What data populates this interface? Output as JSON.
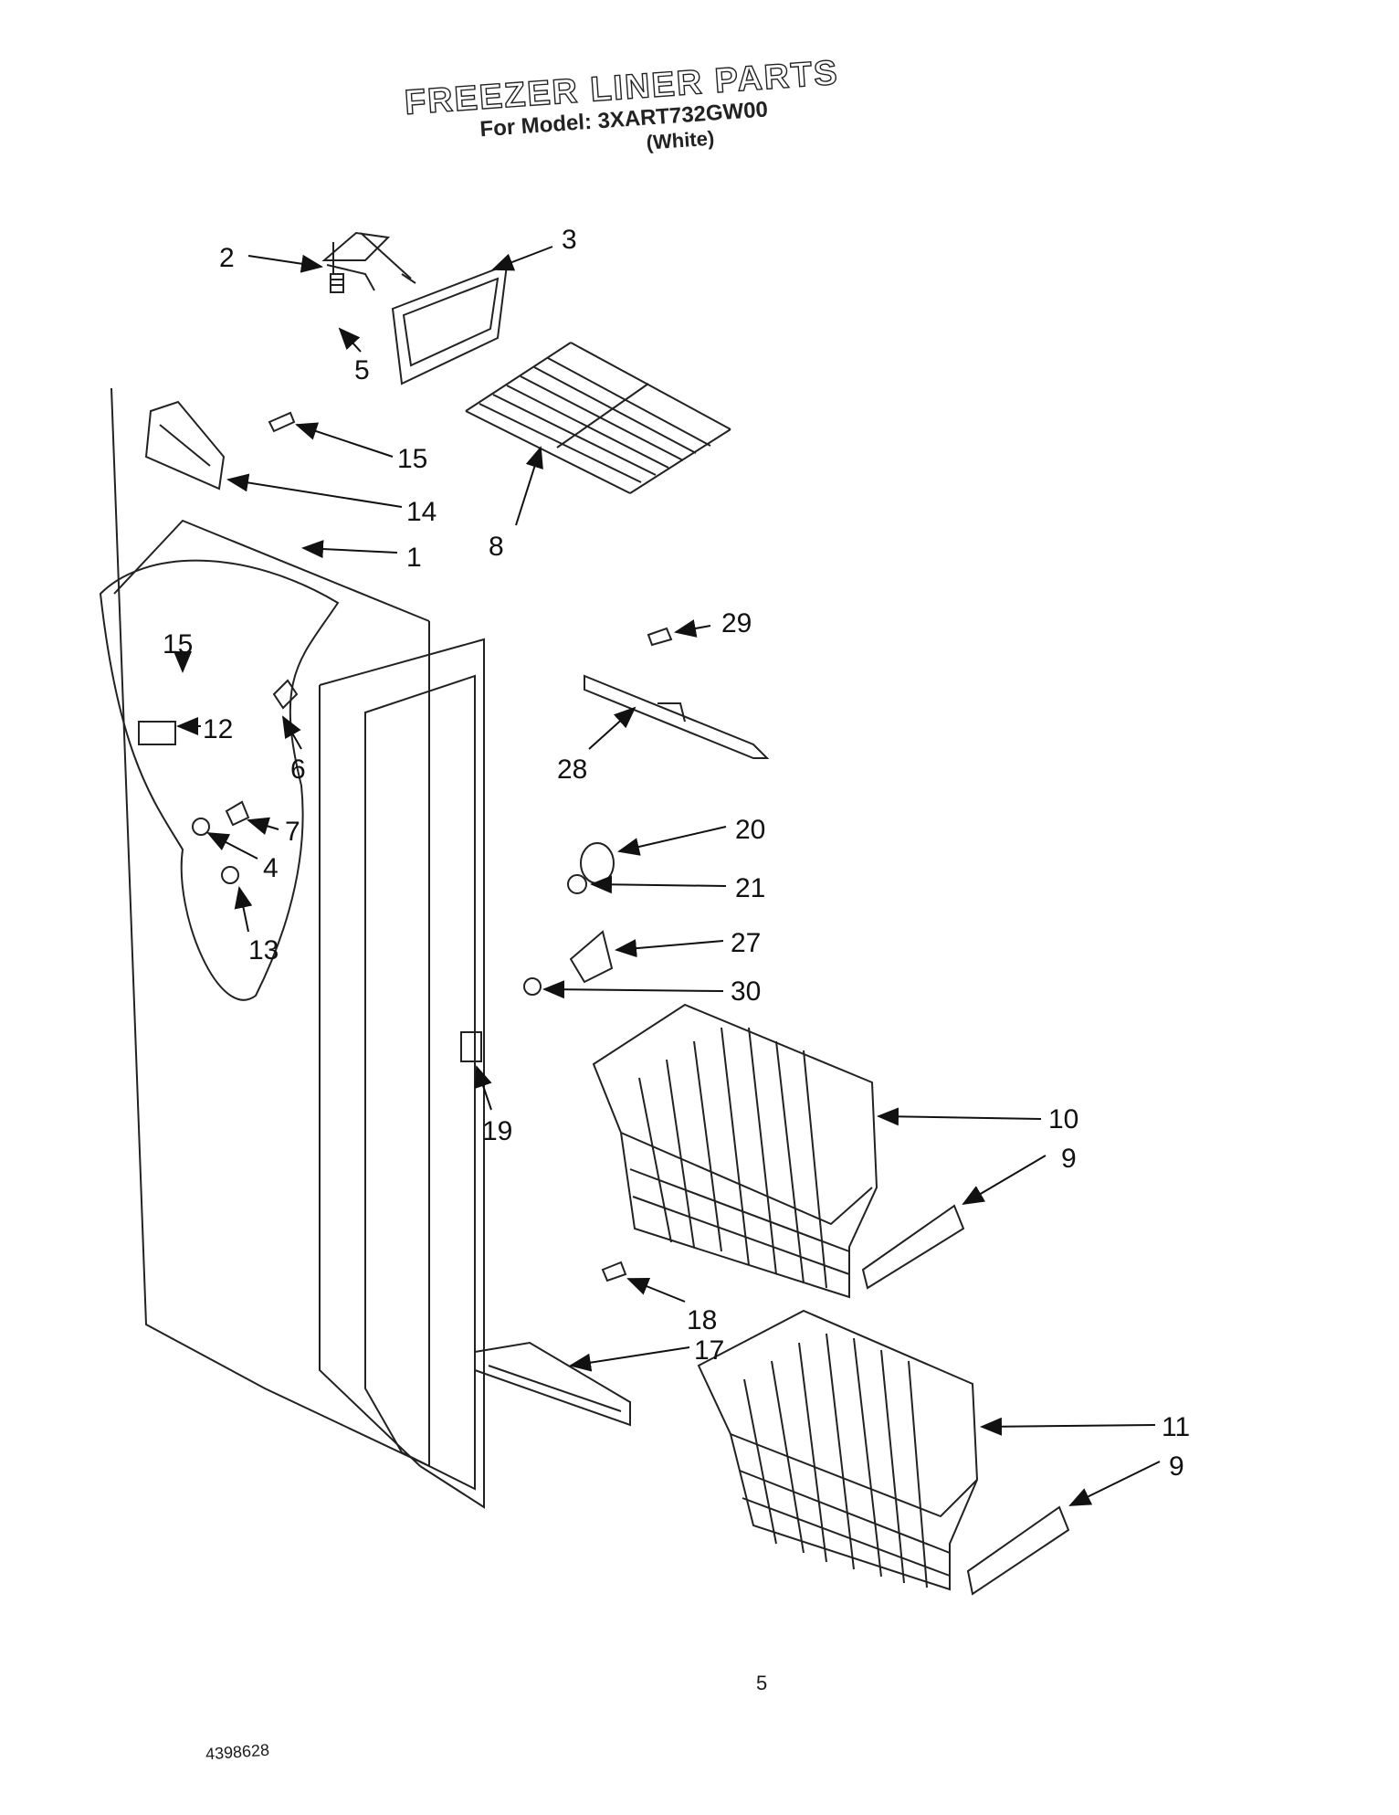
{
  "header": {
    "title": "FREEZER LINER PARTS",
    "model_line": "For Model: 3XART732GW00",
    "color_line": "(White)"
  },
  "callouts": [
    {
      "id": "c2",
      "label": "2"
    },
    {
      "id": "c3",
      "label": "3"
    },
    {
      "id": "c5",
      "label": "5"
    },
    {
      "id": "c15a",
      "label": "15"
    },
    {
      "id": "c14",
      "label": "14"
    },
    {
      "id": "c1",
      "label": "1"
    },
    {
      "id": "c8",
      "label": "8"
    },
    {
      "id": "c29",
      "label": "29"
    },
    {
      "id": "c15b",
      "label": "15"
    },
    {
      "id": "c12",
      "label": "12"
    },
    {
      "id": "c6",
      "label": "6"
    },
    {
      "id": "c28",
      "label": "28"
    },
    {
      "id": "c7",
      "label": "7"
    },
    {
      "id": "c20",
      "label": "20"
    },
    {
      "id": "c4",
      "label": "4"
    },
    {
      "id": "c21",
      "label": "21"
    },
    {
      "id": "c13",
      "label": "13"
    },
    {
      "id": "c27",
      "label": "27"
    },
    {
      "id": "c30",
      "label": "30"
    },
    {
      "id": "c19",
      "label": "19"
    },
    {
      "id": "c10",
      "label": "10"
    },
    {
      "id": "c9a",
      "label": "9"
    },
    {
      "id": "c18",
      "label": "18"
    },
    {
      "id": "c17",
      "label": "17"
    },
    {
      "id": "c11",
      "label": "11"
    },
    {
      "id": "c9b",
      "label": "9"
    }
  ],
  "footer": {
    "page_number": "5",
    "document_number": "4398628"
  }
}
